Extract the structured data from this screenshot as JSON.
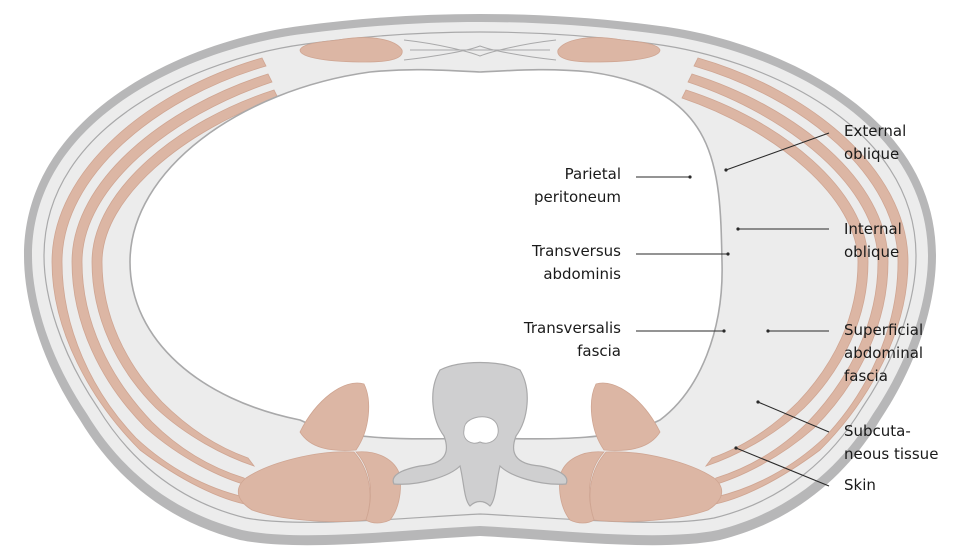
{
  "colors": {
    "skin": "#b7b7b8",
    "fat": "#ececec",
    "muscle": "#dcb6a4",
    "muscle_dark": "#cfa592",
    "fascia_line": "#a9a9aa",
    "leader": "#2a2a2a"
  },
  "labels_left": [
    {
      "id": "parietal-peritoneum",
      "lines": [
        "Parietal",
        "peritoneum"
      ]
    },
    {
      "id": "transversus-abdominis",
      "lines": [
        "Transversus",
        "abdominis"
      ]
    },
    {
      "id": "transversalis-fascia",
      "lines": [
        "Transversalis",
        "fascia"
      ]
    }
  ],
  "labels_right": [
    {
      "id": "external-oblique",
      "lines": [
        "External",
        "oblique"
      ]
    },
    {
      "id": "internal-oblique",
      "lines": [
        "Internal",
        "oblique"
      ]
    },
    {
      "id": "superficial-abdominal-fascia",
      "lines": [
        "Superficial",
        "abdominal",
        "fascia"
      ]
    },
    {
      "id": "subcutaneous-tissue",
      "lines": [
        "Subcuta-",
        "neous tissue"
      ]
    },
    {
      "id": "skin",
      "lines": [
        "Skin"
      ]
    }
  ]
}
